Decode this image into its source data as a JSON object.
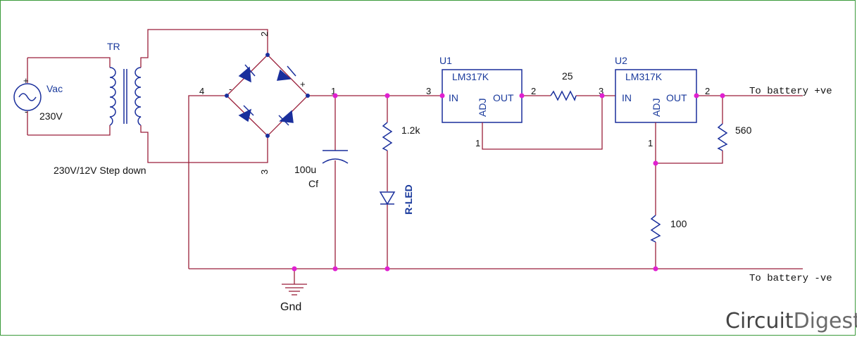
{
  "source": {
    "name": "Vac",
    "voltage": "230V",
    "plus": "+",
    "minus": "-"
  },
  "transformer": {
    "name": "TR",
    "description": "230V/12V Step down",
    "pin_top": "2",
    "pin_bottom": "3",
    "pin_left": "4"
  },
  "bridge": {
    "minus": "-",
    "plus": "+",
    "pin_out": "1"
  },
  "capacitor": {
    "value": "100u",
    "name": "Cf"
  },
  "resistor_led": {
    "value": "1.2k"
  },
  "led": {
    "name": "R-LED"
  },
  "regulator1": {
    "name": "U1",
    "part": "LM317K",
    "pin_in_label": "IN",
    "pin_out_label": "OUT",
    "pin_adj_label": "ADJ",
    "pin_in": "3",
    "pin_out": "2",
    "pin_adj": "1"
  },
  "resistor_series": {
    "value": "25"
  },
  "regulator2": {
    "name": "U2",
    "part": "LM317K",
    "pin_in_label": "IN",
    "pin_out_label": "OUT",
    "pin_adj_label": "ADJ",
    "pin_in": "3",
    "pin_out": "2",
    "pin_adj": "1"
  },
  "resistor_r1": {
    "value": "560"
  },
  "resistor_r2": {
    "value": "100"
  },
  "outputs": {
    "positive": "To battery +ve",
    "negative": "To battery -ve"
  },
  "ground": {
    "label": "Gnd"
  },
  "brand": {
    "part1": "Circuit",
    "part2": "Digest"
  },
  "colors": {
    "wire": "#9a1f3a",
    "component": "#1a2f9c",
    "junction": "#e020d0",
    "frame": "#3a9a3a"
  }
}
